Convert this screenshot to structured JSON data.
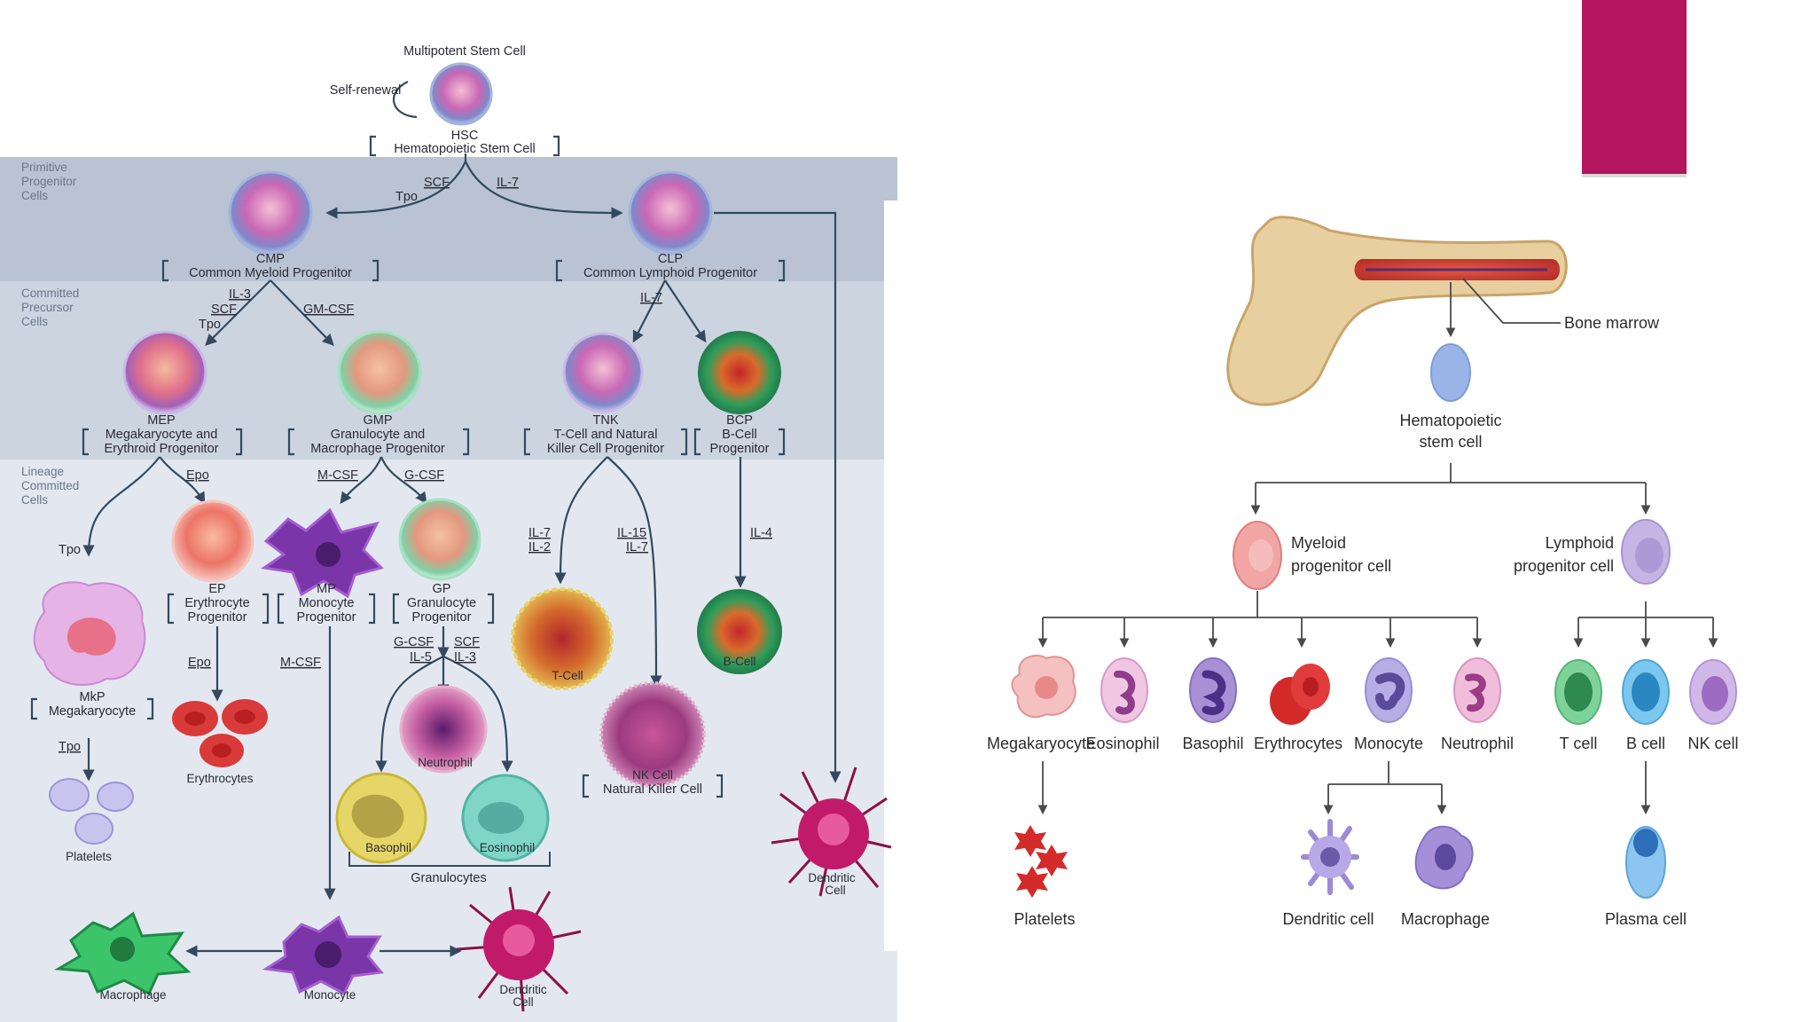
{
  "accent_color": "#b5145e",
  "left_diagram": {
    "top": {
      "title": "Multipotent Stem Cell",
      "self_renewal": "Self-renewal",
      "hsc_abbr": "HSC",
      "hsc_full": "Hematopoietic Stem Cell"
    },
    "tiers": {
      "t1": [
        "Primitive",
        "Progenitor",
        "Cells"
      ],
      "t2": [
        "Committed",
        "Precursor",
        "Cells"
      ],
      "t3": [
        "Lineage",
        "Committed",
        "Cells"
      ]
    },
    "nodes": {
      "cmp": {
        "abbr": "CMP",
        "full": "Common Myeloid Progenitor"
      },
      "clp": {
        "abbr": "CLP",
        "full": "Common Lymphoid Progenitor"
      },
      "mep": {
        "abbr": "MEP",
        "l1": "Megakaryocyte and",
        "l2": "Erythroid Progenitor"
      },
      "gmp": {
        "abbr": "GMP",
        "l1": "Granulocyte and",
        "l2": "Macrophage Progenitor"
      },
      "tnk": {
        "abbr": "TNK",
        "l1": "T-Cell and Natural",
        "l2": "Killer Cell Progenitor"
      },
      "bcp": {
        "abbr": "BCP",
        "l1": "B-Cell",
        "l2": "Progenitor"
      },
      "mkp": {
        "abbr": "MkP",
        "full": "Megakaryocyte"
      },
      "ep": {
        "abbr": "EP",
        "l1": "Erythrocyte",
        "l2": "Progenitor"
      },
      "mp": {
        "abbr": "MP",
        "l1": "Monocyte",
        "l2": "Progenitor"
      },
      "gp": {
        "abbr": "GP",
        "l1": "Granulocyte",
        "l2": "Progenitor"
      },
      "platelets": "Platelets",
      "erythrocytes": "Erythrocytes",
      "tcell": "T-Cell",
      "bcell": "B-Cell",
      "nk": {
        "l1": "NK Cell",
        "l2": "Natural Killer Cell"
      },
      "neutrophil": "Neutrophil",
      "basophil": "Basophil",
      "eosinophil": "Eosinophil",
      "granulocytes": "Granulocytes",
      "dendritic_right": {
        "l1": "Dendritic",
        "l2": "Cell"
      },
      "macrophage": "Macrophage",
      "monocyte": "Monocyte",
      "dendritic_bottom": {
        "l1": "Dendritic",
        "l2": "Cell"
      }
    },
    "factors": {
      "scf": "SCF",
      "tpo": "Tpo",
      "il7": "IL-7",
      "il3": "IL-3",
      "gmcsf": "GM-CSF",
      "epo": "Epo",
      "mcsf": "M-CSF",
      "gcsf": "G-CSF",
      "il2": "IL-2",
      "il15": "IL-15",
      "il4": "IL-4",
      "il5": "IL-5"
    }
  },
  "right_diagram": {
    "bone_marrow": "Bone marrow",
    "hsc": [
      "Hematopoietic",
      "stem cell"
    ],
    "myeloid": [
      "Myeloid",
      "progenitor cell"
    ],
    "lymphoid": [
      "Lymphoid",
      "progenitor cell"
    ],
    "megakaryocyte": "Megakaryocyte",
    "eosinophil": "Eosinophil",
    "basophil": "Basophil",
    "erythrocytes": "Erythrocytes",
    "monocyte": "Monocyte",
    "neutrophil": "Neutrophil",
    "tcell": "T cell",
    "bcell": "B cell",
    "nkcell": "NK cell",
    "platelets": "Platelets",
    "dendritic": "Dendritic cell",
    "macrophage": "Macrophage",
    "plasma": "Plasma cell"
  }
}
